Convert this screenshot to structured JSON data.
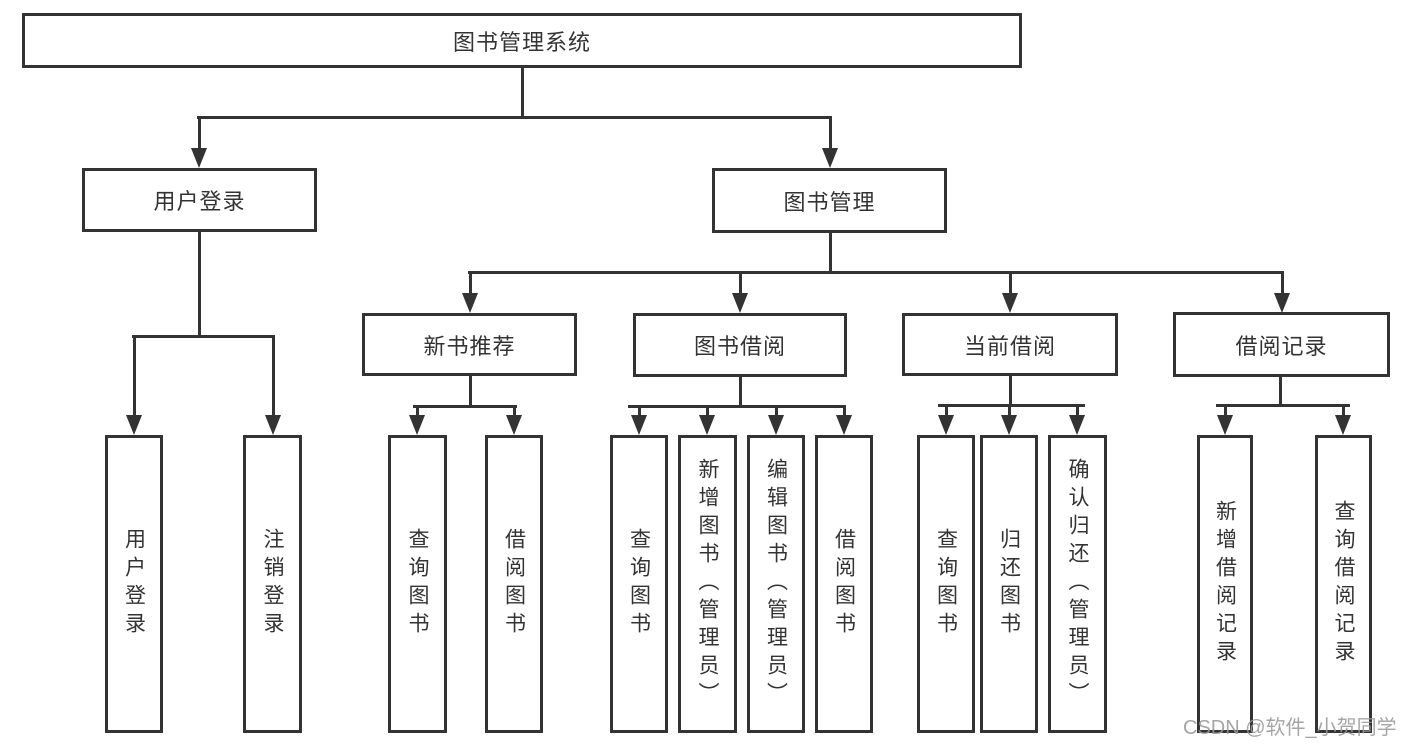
{
  "diagram": {
    "root": {
      "label": "图书管理系统"
    },
    "level2": [
      {
        "label": "用户登录"
      },
      {
        "label": "图书管理"
      }
    ],
    "level3": [
      {
        "label": "新书推荐"
      },
      {
        "label": "图书借阅"
      },
      {
        "label": "当前借阅"
      },
      {
        "label": "借阅记录"
      }
    ],
    "leaves": [
      {
        "label": "用户登录"
      },
      {
        "label": "注销登录"
      },
      {
        "label": "查询图书"
      },
      {
        "label": "借阅图书"
      },
      {
        "label": "查询图书"
      },
      {
        "label": "新增图书（管理员）"
      },
      {
        "label": "编辑图书（管理员）"
      },
      {
        "label": "借阅图书"
      },
      {
        "label": "查询图书"
      },
      {
        "label": "归还图书"
      },
      {
        "label": "确认归还（管理员）"
      },
      {
        "label": "新增借阅记录"
      },
      {
        "label": "查询借阅记录"
      }
    ]
  },
  "watermark": {
    "text": "CSDN @软件_小贺同学"
  },
  "colors": {
    "line": "#333333",
    "text": "#333333",
    "box_background": "#ffffff",
    "watermark": "#989898",
    "background": "#ffffff"
  }
}
